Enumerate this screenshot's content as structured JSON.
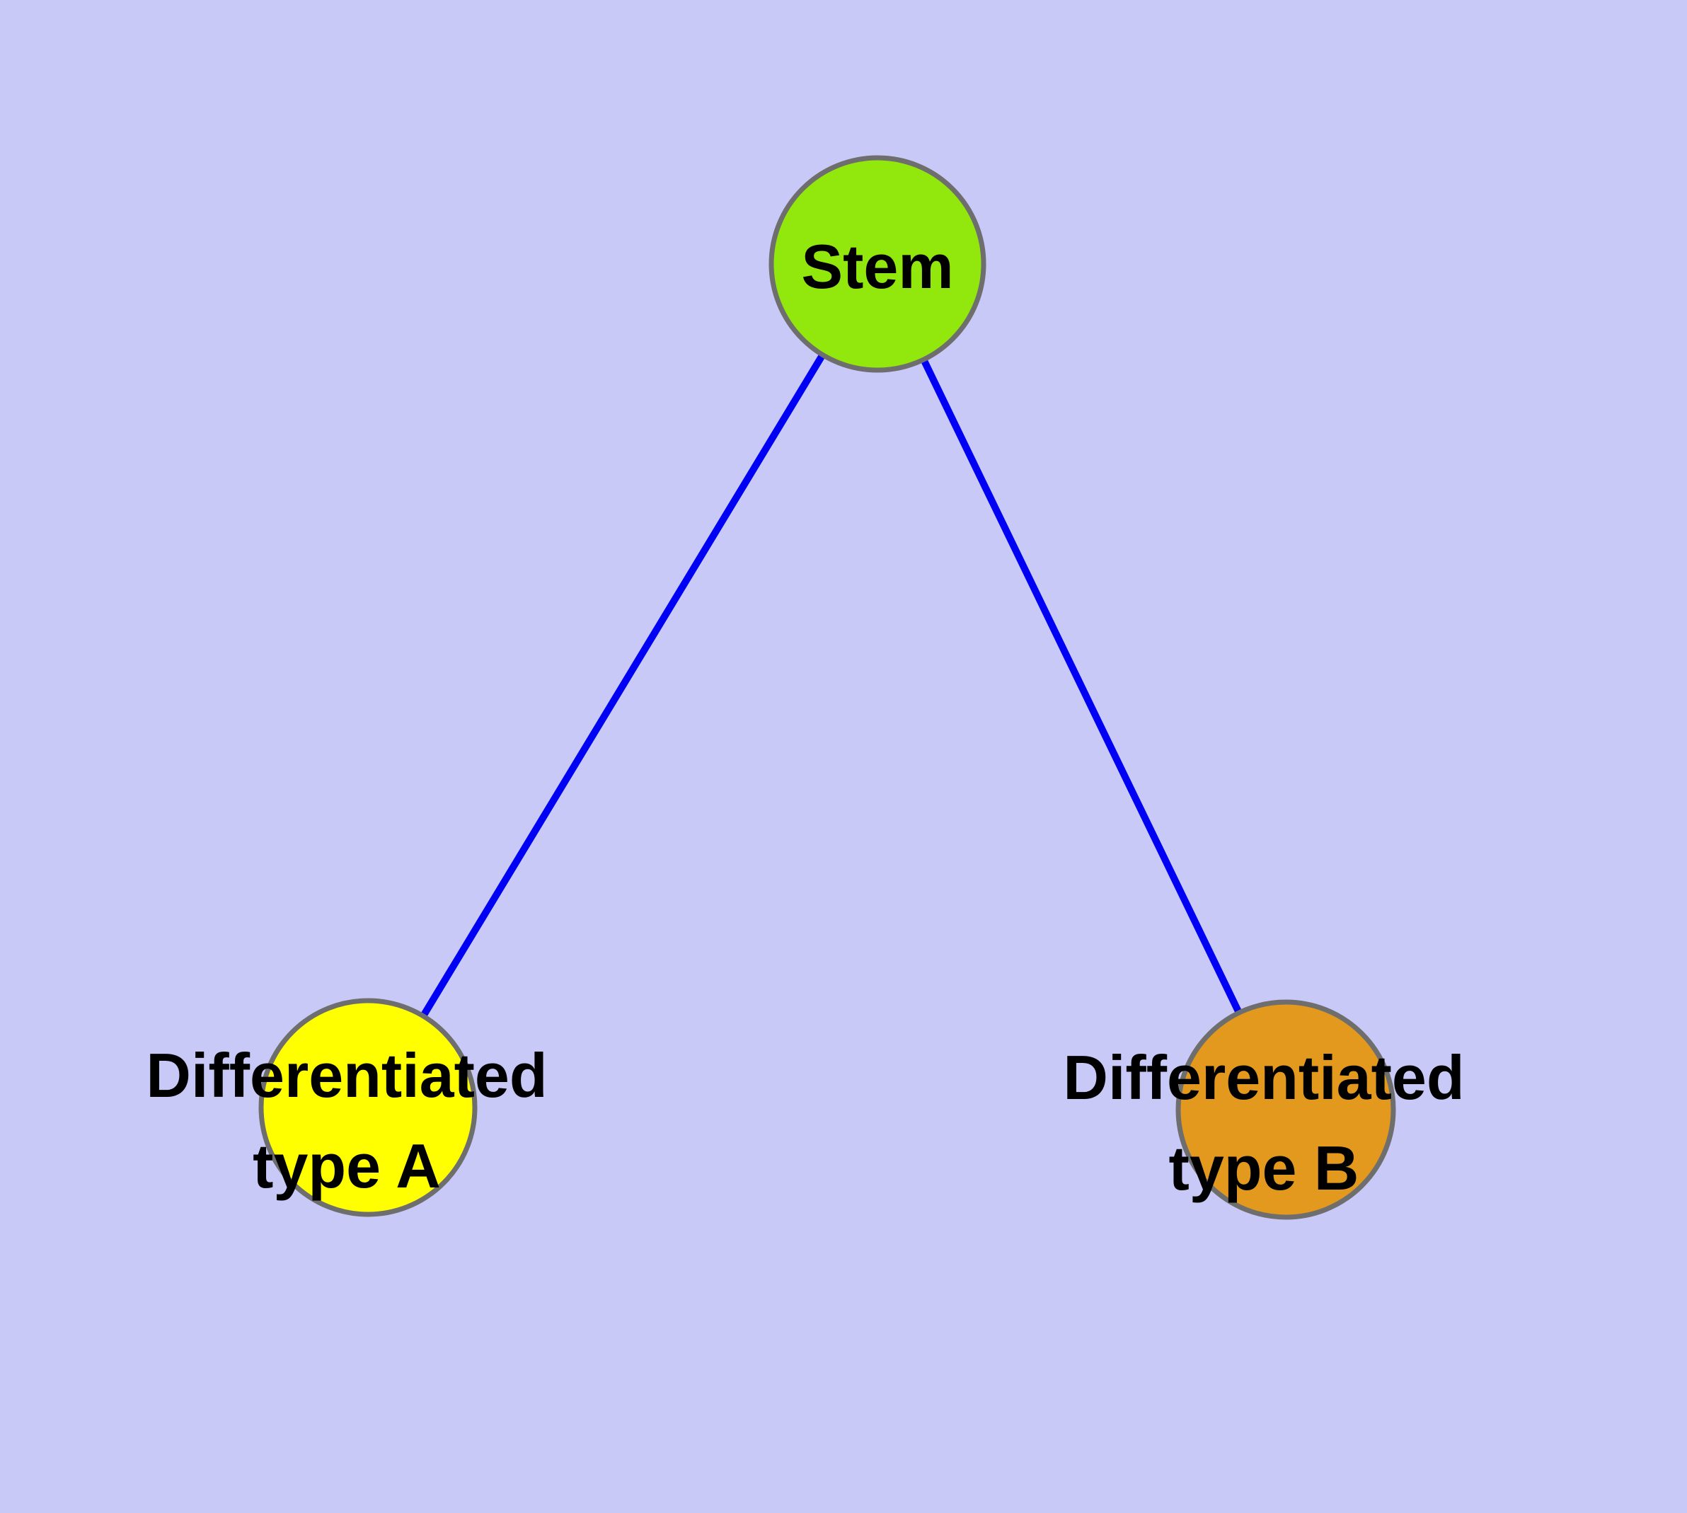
{
  "canvas": {
    "background": "#C9C9F8"
  },
  "edges": {
    "color": "#0000F5",
    "connections": [
      {
        "from": "Stem",
        "to": "Differentiated type A"
      },
      {
        "from": "Stem",
        "to": "Differentiated type B"
      }
    ]
  },
  "nodes": {
    "stem": {
      "label": "Stem",
      "fill": "#92E70C",
      "border": "#6E6E6E",
      "label_color": "#000000"
    },
    "type_a": {
      "label": "Differentiated type A",
      "label_lines": [
        "Differentiated",
        "type A"
      ],
      "fill": "#FFFF00",
      "border": "#6E6E6E",
      "label_color": "#000000"
    },
    "type_b": {
      "label": "Differentiated type B",
      "label_lines": [
        "Differentiated",
        "type B"
      ],
      "fill": "#E2991D",
      "border": "#6E6E6E",
      "label_color": "#000000"
    }
  }
}
